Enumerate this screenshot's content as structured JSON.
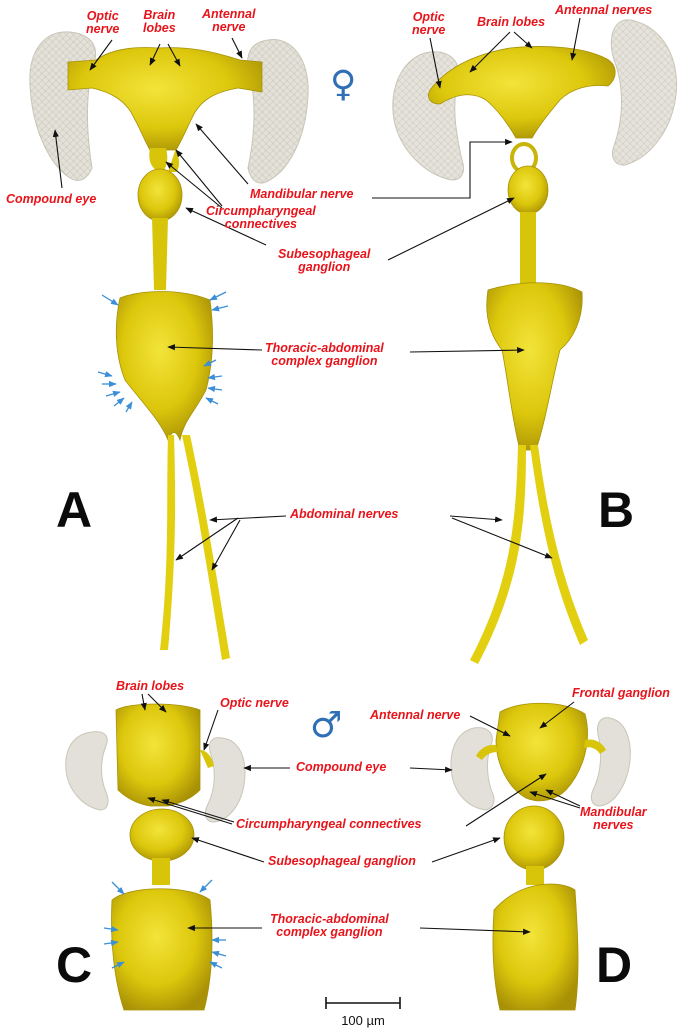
{
  "colors": {
    "label": "#e8141b",
    "tissue": "#e2cf10",
    "tissue_dark": "#b39b05",
    "eye": "#dcdcd2",
    "symbol": "#2f6fb5",
    "arrow_blue": "#3a8fd6"
  },
  "panels": {
    "a": "A",
    "b": "B",
    "c": "C",
    "d": "D"
  },
  "symbols": {
    "female": "♀",
    "male": "♂"
  },
  "labels": {
    "a_optic_nerve": [
      "Optic",
      "nerve"
    ],
    "a_brain_lobes": [
      "Brain",
      "lobes"
    ],
    "a_antennal_nerve": [
      "Antennal",
      "nerve"
    ],
    "b_optic_nerve": [
      "Optic",
      "nerve"
    ],
    "b_brain_lobes": "Brain lobes",
    "b_antennal_nerves": "Antennal nerves",
    "compound_eye_top": "Compound  eye",
    "mandibular_nerve": "Mandibular  nerve",
    "circ_connectives_top": [
      "Circumpharyngeal",
      "connectives"
    ],
    "subesophageal_top": [
      "Subesophageal",
      "ganglion"
    ],
    "thoracic_top": [
      "Thoracic-abdominal",
      "complex ganglion"
    ],
    "abdominal_nerves": "Abdominal  nerves",
    "c_brain_lobes": "Brain lobes",
    "c_optic_nerve": "Optic nerve",
    "d_antennal_nerve": "Antennal nerve",
    "d_frontal_ganglion": "Frontal ganglion",
    "compound_eye_bottom": "Compound  eye",
    "circ_connectives_bottom": "Circumpharyngeal connectives",
    "d_mandibular_nerves": [
      "Mandibular",
      "nerves"
    ],
    "subesophageal_bottom": "Subesophageal  ganglion",
    "thoracic_bottom": [
      "Thoracic-abdominal",
      "complex ganglion"
    ]
  },
  "scale_bar": {
    "label": "100 µm"
  }
}
